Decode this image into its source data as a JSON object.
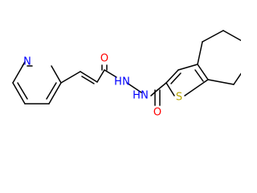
{
  "atoms": {
    "pyridine_n": "N",
    "carbonyl_o1": "O",
    "hydrazide_nh1": "H",
    "hydrazide_n1": "N",
    "hydrazide_nh2": "H",
    "hydrazide_n2": "N",
    "carbonyl_o2": "O",
    "thiophene_s": "S"
  }
}
